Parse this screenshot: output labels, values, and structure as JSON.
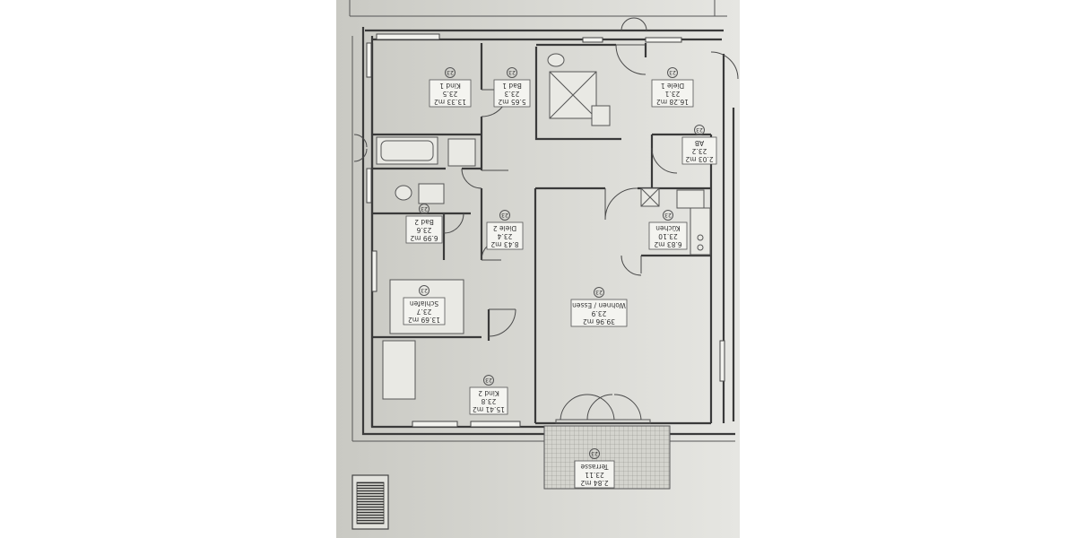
{
  "plan": {
    "rooms": [
      {
        "id": "kind1",
        "name": "Kind 1",
        "code": "23.5",
        "area": "13.33 m2",
        "num": "23"
      },
      {
        "id": "bad1",
        "name": "Bad 1",
        "code": "23.3",
        "area": "5.65 m2",
        "num": "23"
      },
      {
        "id": "diele1",
        "name": "Diele 1",
        "code": "23.1",
        "area": "16.28 m2",
        "num": "23"
      },
      {
        "id": "ab",
        "name": "AB",
        "code": "23.2",
        "area": "2.03 m2",
        "num": "23"
      },
      {
        "id": "bad2",
        "name": "Bad 2",
        "code": "23.6",
        "area": "6.99 m2",
        "num": "23"
      },
      {
        "id": "diele2",
        "name": "Diele 2",
        "code": "23.4",
        "area": "8.43 m2",
        "num": "23"
      },
      {
        "id": "kuechen",
        "name": "Küchen",
        "code": "23.10",
        "area": "6.83 m2",
        "num": "23"
      },
      {
        "id": "schlafen",
        "name": "Schlafen",
        "code": "23.7",
        "area": "13.69 m2",
        "num": "23"
      },
      {
        "id": "wohnen",
        "name": "Wohnen / Essen",
        "code": "23.9",
        "area": "39.96 m2",
        "num": "23"
      },
      {
        "id": "kind2",
        "name": "Kind 2",
        "code": "23.8",
        "area": "15.41 m2",
        "num": "23"
      },
      {
        "id": "terrasse",
        "name": "Terrasse",
        "code": "23.11",
        "area": "2.84 m2",
        "num": "23"
      }
    ]
  },
  "colors": {
    "paper": "#d9d9d4",
    "paper_shadow": "#cdcdc7",
    "line": "#3a3a3a"
  }
}
